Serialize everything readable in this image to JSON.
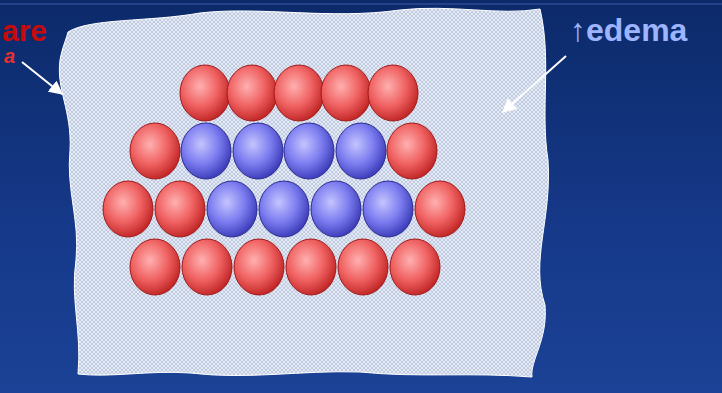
{
  "diagram": {
    "labels": [
      "are",
      "a",
      "↑edema"
    ]
  }
}
